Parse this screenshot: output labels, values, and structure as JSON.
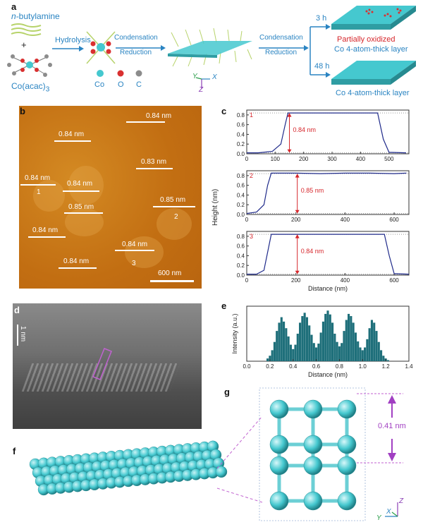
{
  "panels": {
    "a": "a",
    "b": "b",
    "c": "c",
    "d": "d",
    "e": "e",
    "f": "f",
    "g": "g"
  },
  "scheme": {
    "amine_prefix": "n",
    "amine_rest": "-butylamine",
    "plus": "+",
    "precursor": "Co(acac)",
    "precursor_sub": "3",
    "step1": "Hydrolysis",
    "step2_top": "Condensation",
    "step2_bottom": "Reduction",
    "step3_top": "Condensation",
    "step3_bottom": "Reduction",
    "time_short": "3 h",
    "time_long": "48 h",
    "product_oxidized_line1": "Partially oxidized",
    "product_oxidized_line2": "Co 4-atom-thick layer",
    "product_layer": "Co 4-atom-thick layer",
    "legend": [
      {
        "label": "Co",
        "color": "#45c8cf"
      },
      {
        "label": "O",
        "color": "#d93030"
      },
      {
        "label": "C",
        "color": "#8c8c8c"
      }
    ],
    "axes_labels": {
      "y": "Y",
      "x": "X",
      "z": "Z"
    },
    "colors": {
      "arrow": "#2a84c2",
      "layer": "#45c8cf",
      "oxide": "#d93030"
    }
  },
  "afm": {
    "scale_bar": "600 nm",
    "labels": [
      "0.84 nm",
      "0.84 nm",
      "0.84 nm",
      "0.84 nm",
      "0.83 nm",
      "0.85 nm",
      "0.85 nm",
      "0.84 nm",
      "0.84 nm",
      "0.84 nm"
    ],
    "region_numbers": [
      "1",
      "2",
      "3"
    ]
  },
  "chart_data": [
    {
      "type": "line",
      "panel": "c-1",
      "series_label": "1",
      "annotation": "0.84 nm",
      "x": [
        0,
        40,
        90,
        120,
        135,
        145,
        200,
        300,
        400,
        460,
        480,
        500,
        560
      ],
      "y": [
        0.02,
        0.02,
        0.05,
        0.2,
        0.6,
        0.84,
        0.84,
        0.84,
        0.84,
        0.84,
        0.3,
        0.03,
        0.02
      ],
      "xlim": [
        0,
        570
      ],
      "ylim": [
        0,
        0.9
      ],
      "xticks": [
        "0",
        "100",
        "200",
        "300",
        "400",
        "500"
      ],
      "yticks": [
        "0.0",
        "0.2",
        "0.4",
        "0.6",
        "0.8"
      ]
    },
    {
      "type": "line",
      "panel": "c-2",
      "series_label": "2",
      "annotation": "0.85 nm",
      "x": [
        0,
        40,
        70,
        85,
        100,
        200,
        300,
        400,
        500,
        600,
        650
      ],
      "y": [
        0.02,
        0.05,
        0.2,
        0.6,
        0.85,
        0.85,
        0.84,
        0.85,
        0.85,
        0.84,
        0.85
      ],
      "xlim": [
        0,
        660
      ],
      "ylim": [
        0,
        0.9
      ],
      "xticks": [
        "0",
        "200",
        "400",
        "600"
      ],
      "yticks": [
        "0.0",
        "0.2",
        "0.4",
        "0.6",
        "0.8"
      ]
    },
    {
      "type": "line",
      "panel": "c-3",
      "series_label": "3",
      "annotation": "0.84 nm",
      "x": [
        0,
        40,
        70,
        90,
        100,
        200,
        300,
        400,
        500,
        560,
        580,
        600,
        660
      ],
      "y": [
        0.02,
        0.02,
        0.1,
        0.6,
        0.84,
        0.84,
        0.84,
        0.84,
        0.84,
        0.84,
        0.4,
        0.03,
        0.02
      ],
      "xlim": [
        0,
        660
      ],
      "ylim": [
        0,
        0.9
      ],
      "xticks": [
        "0",
        "200",
        "400",
        "600"
      ],
      "yticks": [
        "0.0",
        "0.2",
        "0.4",
        "0.6",
        "0.8"
      ],
      "xlabel": "Distance (nm)"
    },
    {
      "type": "bar",
      "panel": "e",
      "xlabel": "Distance (nm)",
      "ylabel": "Intensity (a.u.)",
      "xlim": [
        0,
        1.4
      ],
      "xticks": [
        "0.0",
        "0.2",
        "0.4",
        "0.6",
        "0.8",
        "1.0",
        "1.2",
        "1.4"
      ],
      "bar_color": "#1e6f7a",
      "x": [
        0.18,
        0.2,
        0.22,
        0.24,
        0.26,
        0.28,
        0.3,
        0.32,
        0.34,
        0.36,
        0.38,
        0.4,
        0.42,
        0.44,
        0.46,
        0.48,
        0.5,
        0.52,
        0.54,
        0.56,
        0.58,
        0.6,
        0.62,
        0.64,
        0.66,
        0.68,
        0.7,
        0.72,
        0.74,
        0.76,
        0.78,
        0.8,
        0.82,
        0.84,
        0.86,
        0.88,
        0.9,
        0.92,
        0.94,
        0.96,
        0.98,
        1.0,
        1.02,
        1.04,
        1.06,
        1.08,
        1.1,
        1.12,
        1.14,
        1.16,
        1.18,
        1.2,
        1.22
      ],
      "values": [
        0.05,
        0.1,
        0.2,
        0.35,
        0.55,
        0.7,
        0.8,
        0.72,
        0.6,
        0.45,
        0.3,
        0.22,
        0.3,
        0.5,
        0.7,
        0.82,
        0.88,
        0.8,
        0.65,
        0.48,
        0.33,
        0.25,
        0.32,
        0.52,
        0.72,
        0.86,
        0.92,
        0.85,
        0.7,
        0.5,
        0.35,
        0.27,
        0.33,
        0.55,
        0.75,
        0.86,
        0.82,
        0.7,
        0.52,
        0.36,
        0.25,
        0.2,
        0.25,
        0.4,
        0.6,
        0.75,
        0.7,
        0.55,
        0.35,
        0.2,
        0.1,
        0.05,
        0.02
      ]
    }
  ],
  "chart_c_common": {
    "ylabel": "Height (nm)"
  },
  "hrtem": {
    "scale_bar": "1 nm"
  },
  "structure": {
    "spacing": "0.41 nm",
    "axes_labels": {
      "y": "Y",
      "x": "X",
      "z": "Z"
    },
    "sphere_color": "#45c8cf"
  }
}
